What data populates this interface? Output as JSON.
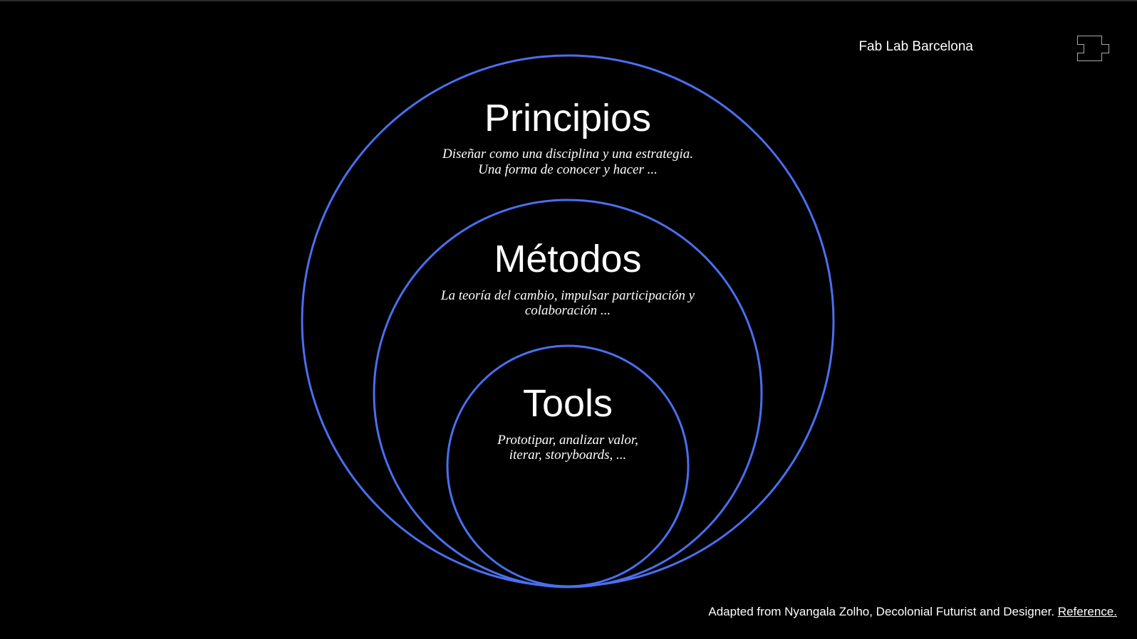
{
  "brand": {
    "name": "Fab Lab Barcelona",
    "logo_icon": "fablab-puzzle-logo"
  },
  "rings": [
    {
      "title": "Principios",
      "lines": [
        "Diseñar como una disciplina y una estrategia.",
        "Una forma de conocer y hacer ..."
      ]
    },
    {
      "title": "Métodos",
      "lines": [
        "La teoría del cambio, impulsar participación y",
        "colaboración ..."
      ]
    },
    {
      "title": "Tools",
      "lines": [
        "Prototipar, analizar valor,",
        "iterar, storyboards, ..."
      ]
    }
  ],
  "footer": {
    "text": "Adapted from Nyangala Zolho, Decolonial Futurist and Designer.",
    "link": "Reference."
  },
  "colors": {
    "ring": "#4a6ff0",
    "background": "#000000"
  }
}
